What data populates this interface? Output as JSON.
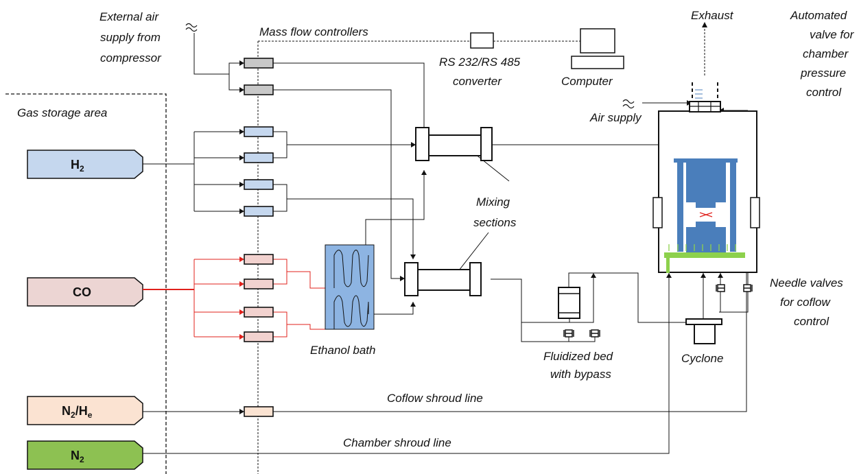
{
  "labels": {
    "external_air": [
      "External air",
      "supply from",
      "compressor"
    ],
    "mass_flow": "Mass flow controllers",
    "rs_converter": [
      "RS 232/RS 485",
      "converter"
    ],
    "computer": "Computer",
    "exhaust": "Exhaust",
    "automated_valve": [
      "Automated",
      "valve for",
      "chamber",
      "pressure",
      "control"
    ],
    "air_supply": "Air supply",
    "gas_storage": "Gas storage area",
    "mixing": [
      "Mixing",
      "sections"
    ],
    "ethanol_bath": "Ethanol  bath",
    "fluidized_bed": [
      "Fluidized bed",
      "with bypass"
    ],
    "cyclone": "Cyclone",
    "needle_valves": [
      "Needle valves",
      "for coflow",
      "control"
    ],
    "coflow_line": "Coflow shroud line",
    "chamber_line": "Chamber shroud line"
  },
  "gases": {
    "h2": {
      "main": "H",
      "sub": "2",
      "color": "#c5d7ee"
    },
    "co": {
      "main": "CO",
      "color": "#ecd5d3"
    },
    "n2he": {
      "main": "N",
      "sub1": "2",
      "mid": "/H",
      "sub2": "e",
      "color": "#fbe3d2"
    },
    "n2": {
      "main": "N",
      "sub": "2",
      "color": "#8dc152"
    }
  },
  "colors": {
    "mfc_gray": "#c8c8c8",
    "mfc_blue": "#c5d7ee",
    "mfc_pink": "#f2d2cf",
    "mfc_peach": "#fbe3d2",
    "co_line": "#e0201b",
    "chamber_blue": "#4a7ebb",
    "green": "#8dd14c",
    "bath": "#8db4e2"
  },
  "icons": [
    "wavy-air-icon",
    "computer-icon",
    "valve-icon",
    "cyclone-icon",
    "mixing-section-icon"
  ]
}
